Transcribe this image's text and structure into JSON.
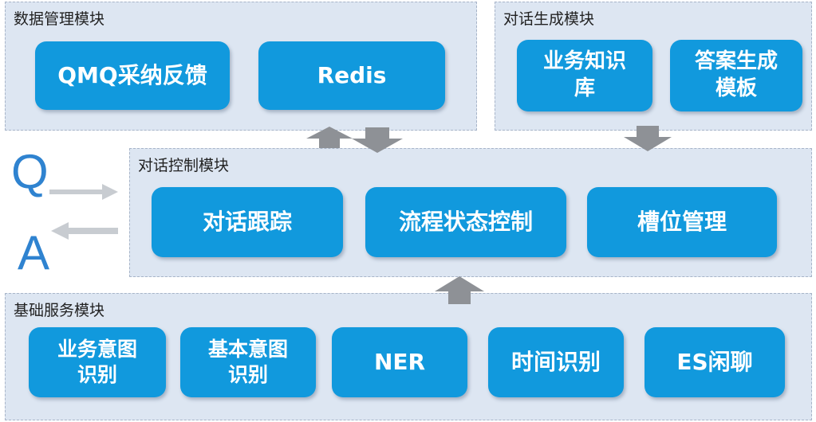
{
  "data_module": {
    "title": "数据管理模块",
    "items": [
      "QMQ采纳反馈",
      "Redis"
    ]
  },
  "dialog_gen_module": {
    "title": "对话生成模块",
    "items": [
      "业务知识\n库",
      "答案生成\n模板"
    ]
  },
  "dialog_ctrl_module": {
    "title": "对话控制模块",
    "items": [
      "对话跟踪",
      "流程状态控制",
      "槽位管理"
    ]
  },
  "base_module": {
    "title": "基础服务模块",
    "items": [
      "业务意图\n识别",
      "基本意图\n识别",
      "NER",
      "时间识别",
      "ES闲聊"
    ]
  },
  "qa": {
    "q": "Q",
    "a": "A"
  },
  "colors": {
    "box": "#1199dd",
    "panel": "#dde6f2",
    "arrow_gray": "#8e9196",
    "arrow_light": "#c8ccd1",
    "letter": "#2f83d0"
  }
}
